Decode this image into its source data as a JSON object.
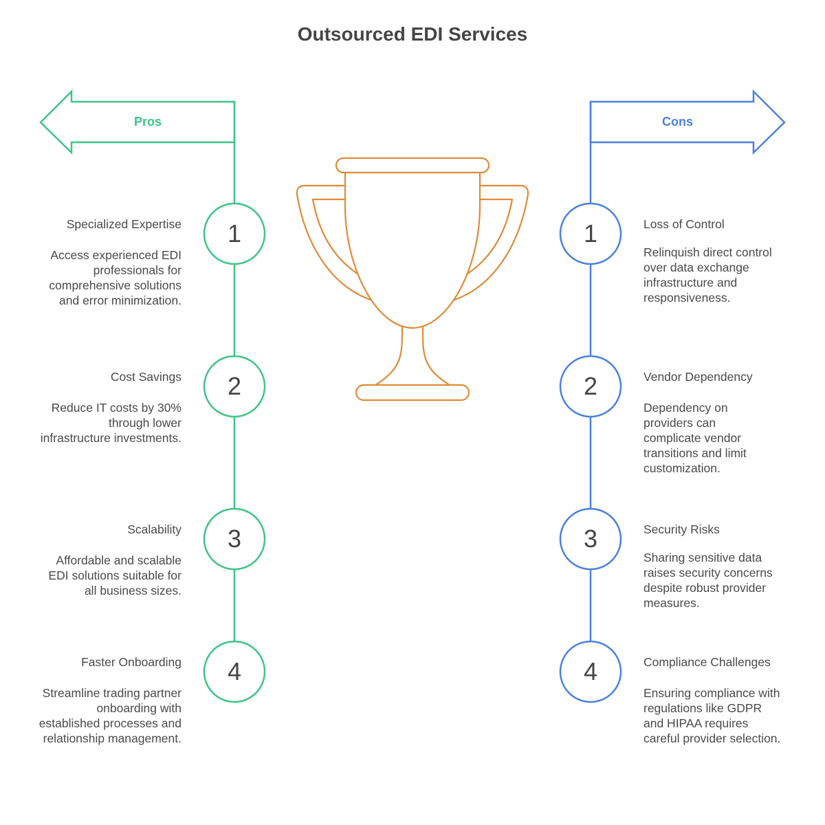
{
  "title": "Outsourced EDI Services",
  "colors": {
    "pros": "#3dc486",
    "cons": "#4c80e0",
    "trophy": "#e08a38",
    "text": "#4a4a4a"
  },
  "pros": {
    "label": "Pros",
    "items": [
      {
        "number": "1",
        "title": "Specialized Expertise",
        "description": "Access experienced EDI professionals for comprehensive solutions and error minimization."
      },
      {
        "number": "2",
        "title": "Cost Savings",
        "description": "Reduce IT costs by 30% through lower infrastructure investments."
      },
      {
        "number": "3",
        "title": "Scalability",
        "description": "Affordable and scalable EDI solutions suitable for all business sizes."
      },
      {
        "number": "4",
        "title": "Faster Onboarding",
        "description": "Streamline trading partner onboarding with established processes and relationship management."
      }
    ]
  },
  "cons": {
    "label": "Cons",
    "items": [
      {
        "number": "1",
        "title": "Loss of Control",
        "description": "Relinquish direct control over data exchange infrastructure and responsiveness."
      },
      {
        "number": "2",
        "title": "Vendor Dependency",
        "description": "Dependency on providers can complicate vendor transitions and limit customization."
      },
      {
        "number": "3",
        "title": "Security Risks",
        "description": "Sharing sensitive data raises security concerns despite robust provider measures."
      },
      {
        "number": "4",
        "title": "Compliance Challenges",
        "description": "Ensuring compliance with regulations like GDPR and HIPAA requires careful provider selection."
      }
    ]
  },
  "icon": "trophy-icon"
}
